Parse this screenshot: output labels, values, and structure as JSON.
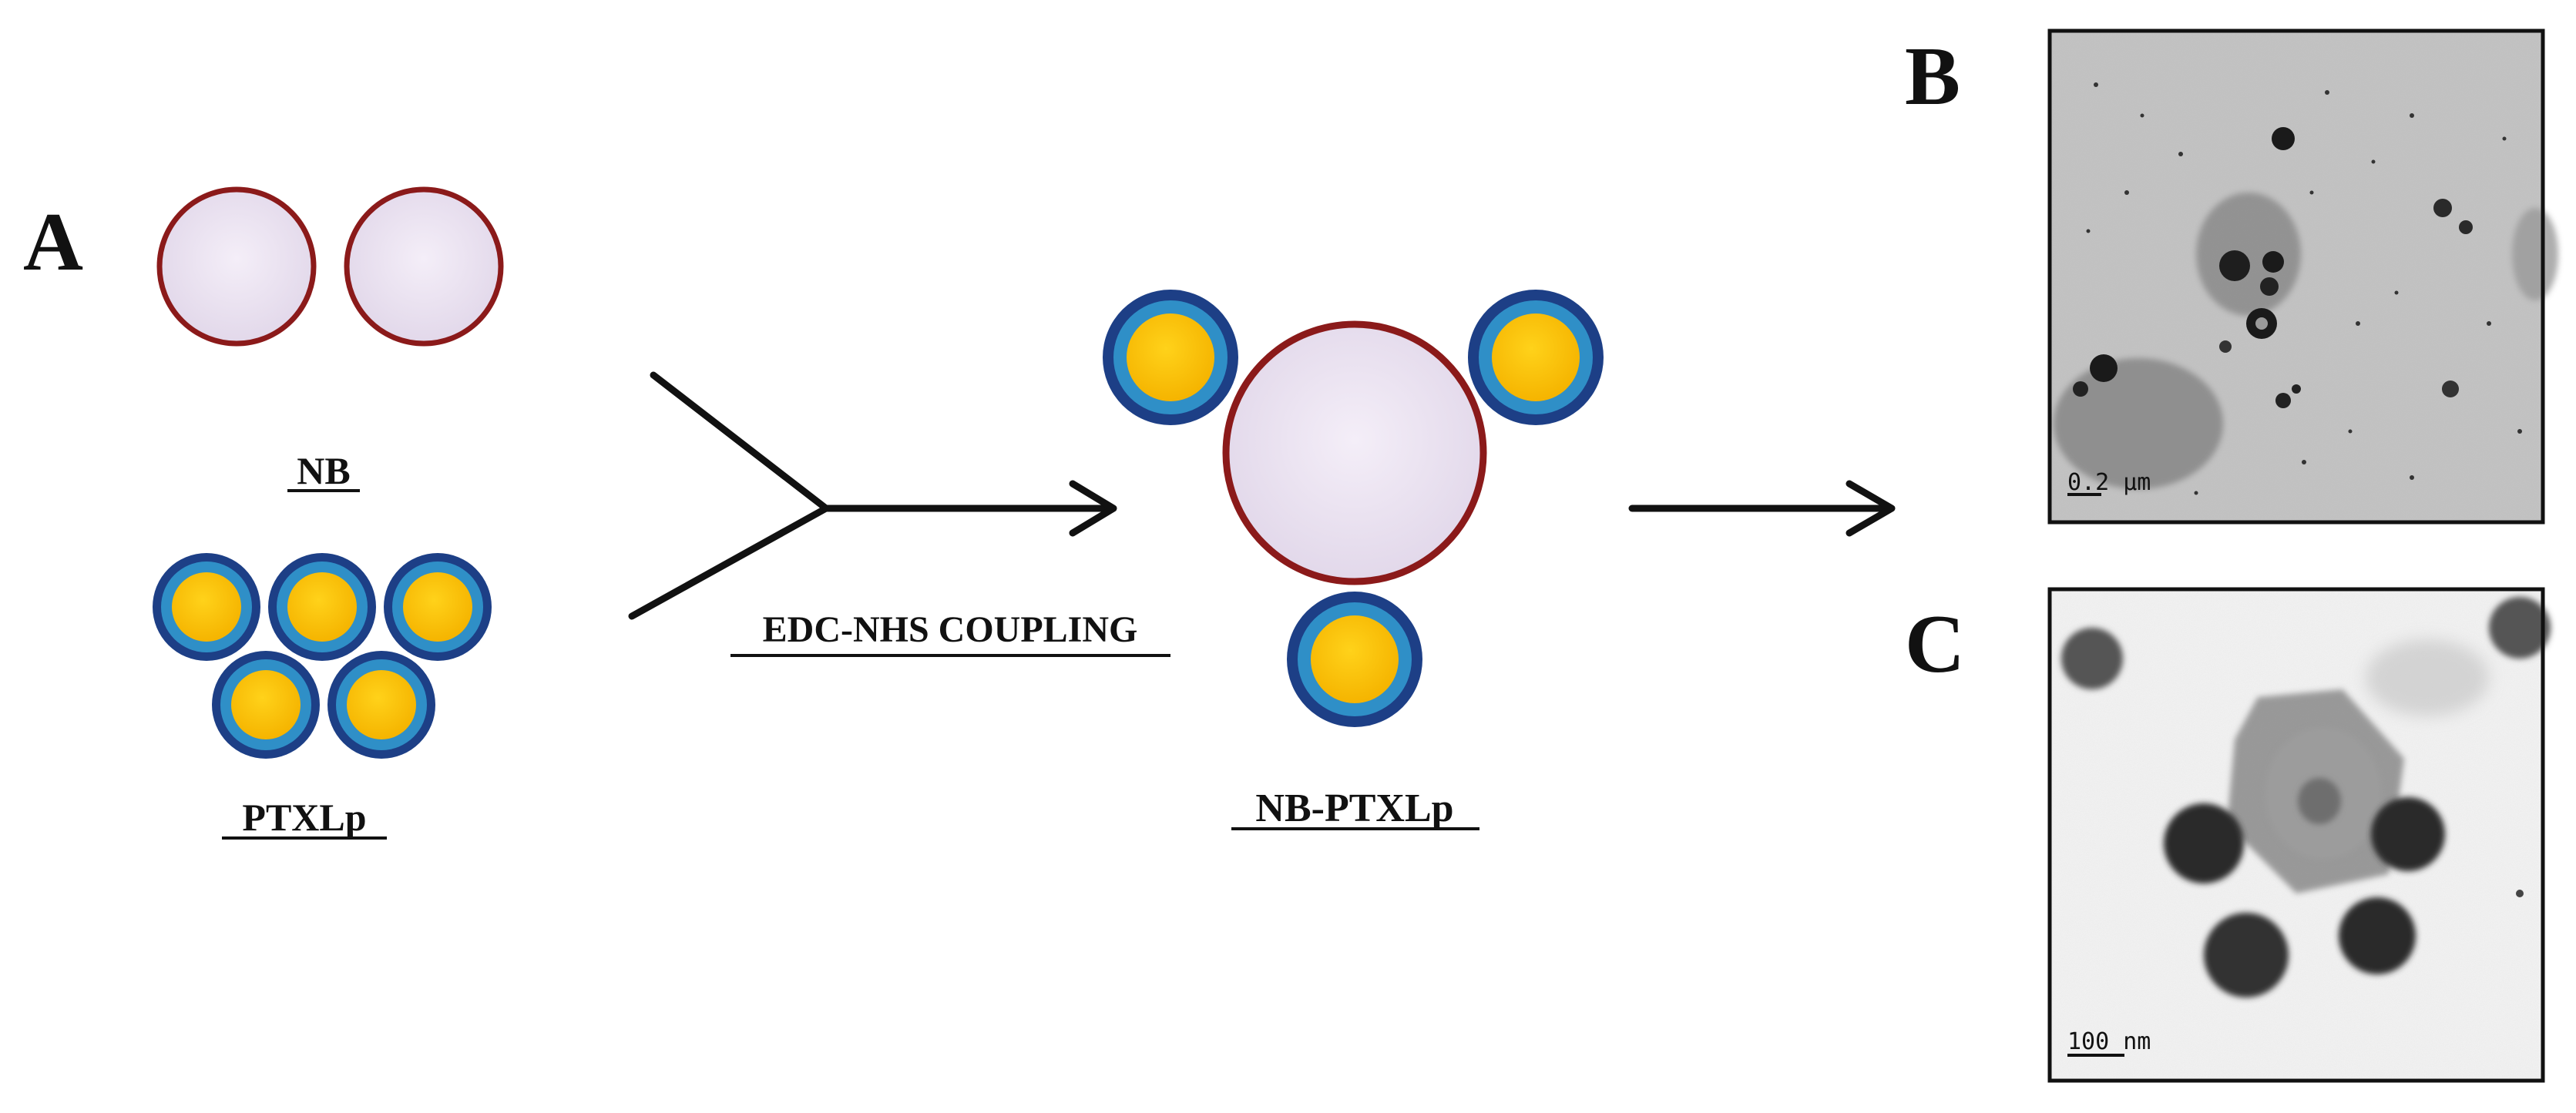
{
  "panels": {
    "a_letter": "A",
    "b_letter": "B",
    "c_letter": "C"
  },
  "labels": {
    "nanobubble": "NB",
    "liposome": "PTXLp",
    "coupling": "EDC-NHS COUPLING",
    "conjugate": "NB-PTXLp"
  },
  "micrographs": {
    "b_scale": "0.2 µm",
    "c_scale": "100 nm"
  },
  "colors": {
    "nb_fill": "#e8e0ee",
    "nb_border": "#8b1a1a",
    "lp_core": "#ffc200",
    "lp_shell_inner": "#2f8fc7",
    "lp_shell_outer": "#1d3f86",
    "arrow": "#111111"
  }
}
